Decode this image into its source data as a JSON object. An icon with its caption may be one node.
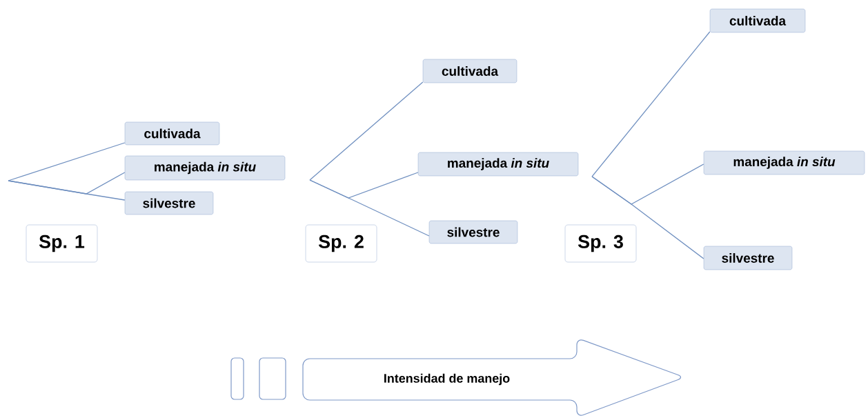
{
  "diagram": {
    "nodes": [
      {
        "text": [
          "cultivada"
        ]
      },
      {
        "text": [
          "manejada *in situ*"
        ]
      },
      {
        "text": [
          "silvestre"
        ]
      },
      {
        "text": [
          "Sp. 1"
        ]
      },
      {
        "text": [
          "cultivada"
        ]
      },
      {
        "text": [
          "manejada *in situ*"
        ]
      },
      {
        "text": [
          "silvestre"
        ]
      },
      {
        "text": [
          "Sp. 2"
        ]
      },
      {
        "text": [
          "cultivada"
        ]
      },
      {
        "text": [
          "manejada *in situ*"
        ]
      },
      {
        "text": [
          "silvestre"
        ]
      },
      {
        "text": [
          "Sp. 3"
        ]
      },
      {
        "text": [],
        "shape": "box"
      },
      {
        "text": [],
        "shape": "box"
      },
      {
        "text": [
          "Intensidad de manejo"
        ]
      }
    ],
    "edges": [
      {
        "from": null,
        "to": 0,
        "arrow": "none"
      },
      {
        "from": null,
        "to": 1,
        "arrow": "none"
      },
      {
        "from": null,
        "to": 2,
        "arrow": "none"
      },
      {
        "from": null,
        "to": 4,
        "arrow": "none"
      },
      {
        "from": null,
        "to": 5,
        "arrow": "none"
      },
      {
        "from": null,
        "to": 6,
        "arrow": "none"
      },
      {
        "from": null,
        "to": 8,
        "arrow": "none"
      },
      {
        "from": null,
        "to": 9,
        "arrow": "none"
      },
      {
        "from": null,
        "to": 10,
        "arrow": "none"
      }
    ]
  }
}
